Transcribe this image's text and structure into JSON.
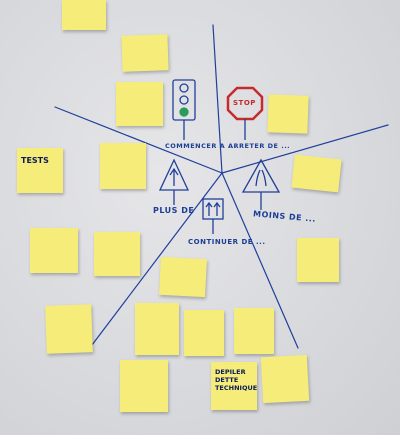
{
  "center_labels": {
    "start": "COMMENCER A ...",
    "stop": "ARRETER DE ...",
    "stop_sign": "STOP",
    "more": "PLUS DE",
    "less": "MOINS DE ...",
    "continue": "CONTINUER DE ..."
  },
  "notes": {
    "tests": "TESTS",
    "depiler": "DEPILER DETTE TECHNIQUE"
  },
  "colors": {
    "note": "#f6ec7a",
    "marker": "#1f3f9a",
    "stop_red": "#c42b2b"
  }
}
